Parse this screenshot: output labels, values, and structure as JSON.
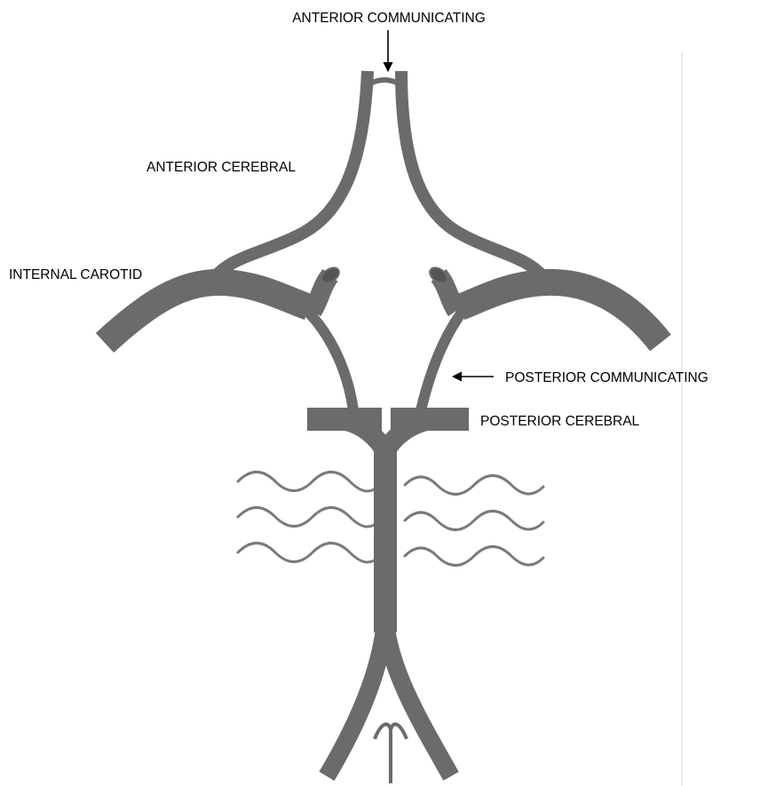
{
  "colors": {
    "vessel": "#6b6b6b",
    "vessel_edge": "#555555",
    "nerve": "#7a7a7a",
    "label": "#000000",
    "background": "#ffffff"
  },
  "labels": {
    "anterior_communicating": "ANTERIOR COMMUNICATING",
    "anterior_cerebral": "ANTERIOR CEREBRAL",
    "internal_carotid": "INTERNAL CAROTID",
    "posterior_communicating": "POSTERIOR COMMUNICATING",
    "posterior_cerebral": "POSTERIOR  CEREBRAL"
  }
}
